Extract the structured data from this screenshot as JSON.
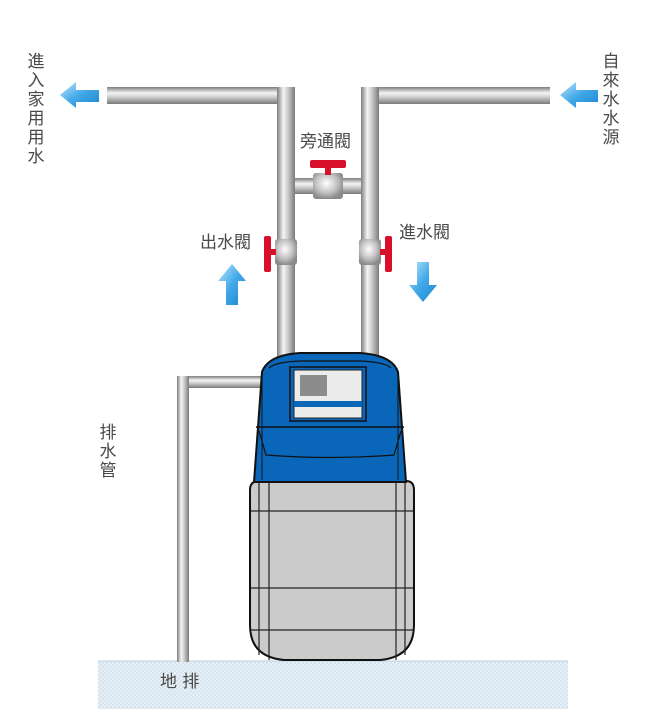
{
  "diagram": {
    "title": "Water softener installation diagram",
    "labels": {
      "to_household": "進入家用用水",
      "from_tap_water": "自來水水源",
      "bypass_valve": "旁通閥",
      "outlet_valve": "出水閥",
      "inlet_valve": "進水閥",
      "drain_pipe": "排水管",
      "floor_drain": "地 排"
    },
    "flows": [
      {
        "name": "household-outflow",
        "direction": "left"
      },
      {
        "name": "tap-water-inflow",
        "direction": "left"
      },
      {
        "name": "outlet-flow",
        "direction": "up"
      },
      {
        "name": "inlet-flow",
        "direction": "down"
      }
    ],
    "colors": {
      "unit_blue": "#0a66b8",
      "tank_gray": "#cbcbcb",
      "valve_red": "#d8102a",
      "arrow_blue": "#3aa8e6",
      "floor": "#dce9f1",
      "pipe_light": "#f2f2f2",
      "pipe_dark": "#8a8a8a"
    }
  }
}
